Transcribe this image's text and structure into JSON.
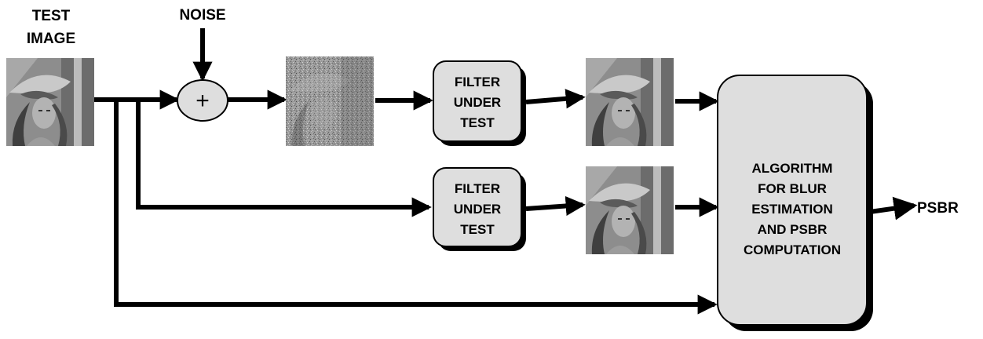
{
  "labels": {
    "test_image_line1": "TEST",
    "test_image_line2": "IMAGE",
    "noise": "NOISE",
    "psbr_output": "PSBR"
  },
  "adder": {
    "symbol": "+"
  },
  "filter_top": {
    "line1": "FILTER",
    "line2": "UNDER",
    "line3": "TEST"
  },
  "filter_bottom": {
    "line1": "FILTER",
    "line2": "UNDER",
    "line3": "TEST"
  },
  "algorithm": {
    "line1": "ALGORITHM",
    "line2": "FOR BLUR",
    "line3": "ESTIMATION",
    "line4": "AND PSBR",
    "line5": "COMPUTATION"
  },
  "colors": {
    "box_fill": "#dedede",
    "shadow": "#000000",
    "line": "#000000",
    "thumb_gray": "#8a8a8a",
    "noisy_gray": "#9a9a9a"
  },
  "icons": {
    "test_image": "portrait-photo-thumbnail",
    "noisy_image": "noisy-photo-thumbnail",
    "filtered_top": "filtered-photo-thumbnail",
    "filtered_bottom": "filtered-photo-thumbnail"
  }
}
